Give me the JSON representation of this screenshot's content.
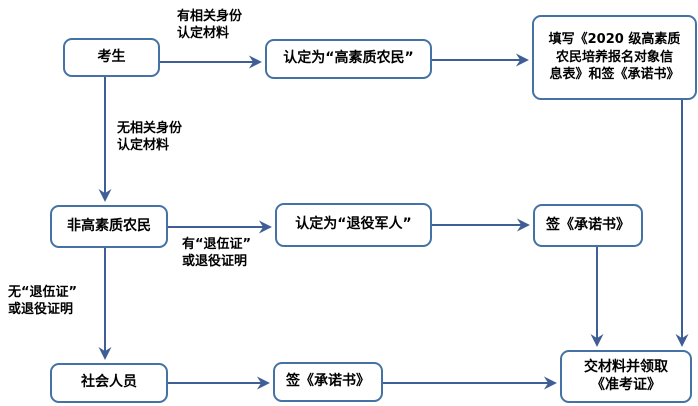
{
  "flowchart": {
    "nodes": {
      "candidate": "考生",
      "qualified_farmer": "认定为“高素质农民”",
      "fill_form": "填写《2020 级高素质\n农民培养报名对象信\n息表》和签《承诺书》",
      "non_qualified_farmer": "非高素质农民",
      "veteran": "认定为“退役军人”",
      "sign_commitment_veteran": "签《承诺书》",
      "social_member": "社会人员",
      "sign_commitment_social": "签《承诺书》",
      "submit_materials": "交材料并领取\n《准考证》"
    },
    "edge_labels": {
      "has_identity_materials": "有相关身份\n认定材料",
      "no_identity_materials": "无相关身份\n认定材料",
      "has_discharge_certificate": "有“退伍证”\n或退役证明",
      "no_discharge_certificate": "无“退伍证”\n或退役证明"
    },
    "colors": {
      "line": "#3f5e96",
      "box_border": "#4472a4",
      "text": "#000000",
      "background": "#ffffff"
    }
  }
}
